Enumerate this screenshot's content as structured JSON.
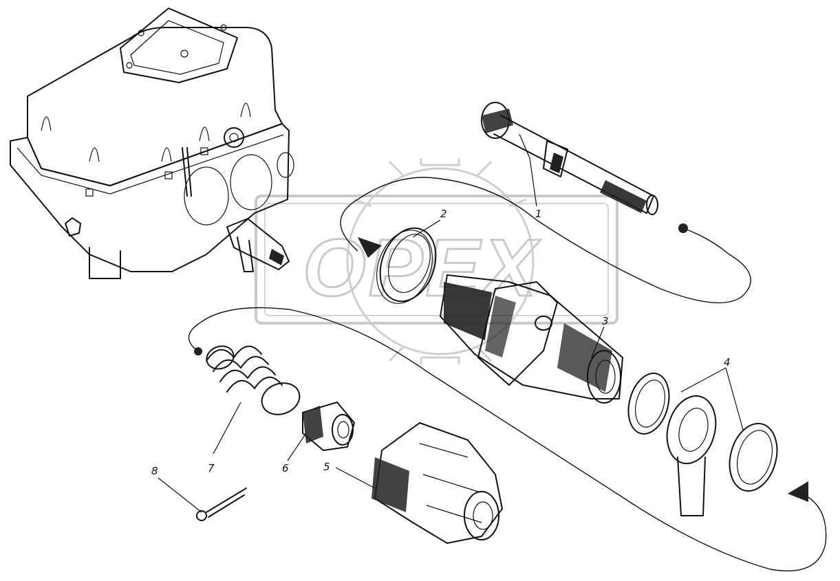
{
  "watermark": {
    "text": "OPEX"
  },
  "callouts": [
    {
      "id": "1",
      "label": "1"
    },
    {
      "id": "2",
      "label": "2"
    },
    {
      "id": "3",
      "label": "3"
    },
    {
      "id": "4",
      "label": "4"
    },
    {
      "id": "5",
      "label": "5"
    },
    {
      "id": "6",
      "label": "6"
    },
    {
      "id": "7",
      "label": "7"
    },
    {
      "id": "8",
      "label": "8"
    }
  ],
  "colors": {
    "ink": "#111111",
    "watermark": "#c9c9c9",
    "background": "#ffffff"
  }
}
